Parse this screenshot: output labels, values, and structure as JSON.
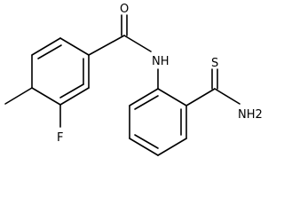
{
  "molecule": {
    "atom_labels": {
      "oxygen": "O",
      "amide_nh": "NH",
      "fluorine": "F",
      "sulfur": "S",
      "thioamide_nh2": "NH2"
    },
    "bond_color": "#000000",
    "label_color": "#000000"
  }
}
